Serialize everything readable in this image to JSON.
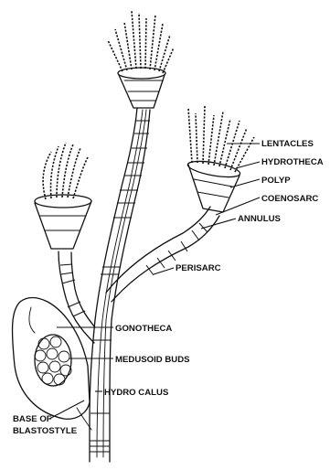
{
  "labels": {
    "lentacles": "LENTACLES",
    "hydrotheca": "HYDROTHECA",
    "polyp": "POLYP",
    "coenosarc": "COENOSARC",
    "annulus": "ANNULUS",
    "perisarc": "PERISARC",
    "gonotheca": "GONOTHECA",
    "medusoid_buds": "MEDUSOID BUDS",
    "hydro_calus": "HYDRO CALUS",
    "base_of": "BASE OF",
    "blastostyle": "BLASTOSTYLE"
  }
}
